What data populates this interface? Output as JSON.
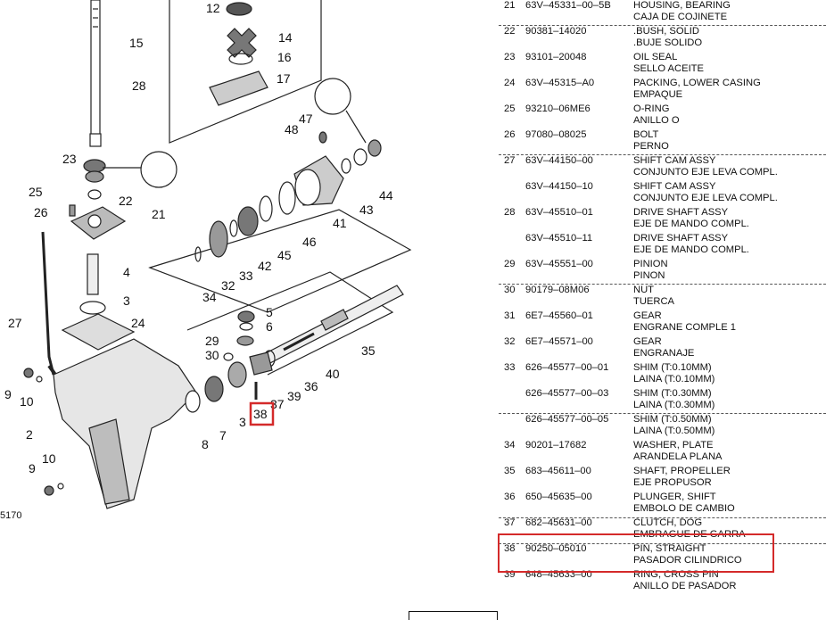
{
  "diagram": {
    "callouts": [
      "12",
      "14",
      "15",
      "16",
      "17",
      "28",
      "47",
      "48",
      "23",
      "25",
      "22",
      "26",
      "21",
      "4",
      "3",
      "24",
      "5",
      "6",
      "27",
      "29",
      "30",
      "9",
      "10",
      "2",
      "34",
      "32",
      "33",
      "42",
      "45",
      "46",
      "41",
      "43",
      "44",
      "35",
      "40",
      "36",
      "39",
      "37",
      "38",
      "7",
      "8",
      "3",
      "10",
      "9"
    ],
    "figure_code": "5170",
    "highlight_callout": "38",
    "highlight_color": "#d42a2a"
  },
  "parts": [
    {
      "no": "21",
      "pn": "63V–45331–00–5B",
      "d1": "HOUSING, BEARING",
      "d2": "CAJA DE COJINETE"
    },
    {
      "no": "22",
      "pn": "90381–14020",
      "d1": ".BUSH, SOLID",
      "d2": ".BUJE  SOLIDO"
    },
    {
      "no": "23",
      "pn": "93101–20048",
      "d1": "OIL SEAL",
      "d2": "SELLO ACEITE"
    },
    {
      "no": "24",
      "pn": "63V–45315–A0",
      "d1": "PACKING, LOWER CASING",
      "d2": "EMPAQUE"
    },
    {
      "no": "25",
      "pn": "93210–06ME6",
      "d1": "O-RING",
      "d2": "ANILLO O"
    },
    {
      "no": "26",
      "pn": "97080–08025",
      "d1": "BOLT",
      "d2": "PERNO"
    },
    {
      "no": "27",
      "pn": "63V–44150–00",
      "d1": "SHIFT CAM ASSY",
      "d2": "CONJUNTO EJE LEVA COMPL."
    },
    {
      "no": "",
      "pn": "63V–44150–10",
      "d1": "SHIFT CAM ASSY",
      "d2": "CONJUNTO EJE LEVA COMPL."
    },
    {
      "no": "28",
      "pn": "63V–45510–01",
      "d1": "DRIVE SHAFT ASSY",
      "d2": "EJE DE MANDO COMPL."
    },
    {
      "no": "",
      "pn": "63V–45510–11",
      "d1": "DRIVE SHAFT ASSY",
      "d2": "EJE DE MANDO COMPL."
    },
    {
      "no": "29",
      "pn": "63V–45551–00",
      "d1": "PINION",
      "d2": "PINON"
    },
    {
      "no": "30",
      "pn": "90179–08M06",
      "d1": "NUT",
      "d2": "TUERCA"
    },
    {
      "no": "31",
      "pn": "6E7–45560–01",
      "d1": "GEAR",
      "d2": "ENGRANE COMPLE 1"
    },
    {
      "no": "32",
      "pn": "6E7–45571–00",
      "d1": "GEAR",
      "d2": "ENGRANAJE"
    },
    {
      "no": "33",
      "pn": "626–45577–00–01",
      "d1": "SHIM (T:0.10MM)",
      "d2": "LAINA (T:0.10MM)"
    },
    {
      "no": "",
      "pn": "626–45577–00–03",
      "d1": "SHIM (T:0.30MM)",
      "d2": "LAINA (T:0.30MM)"
    },
    {
      "no": "",
      "pn": "626–45577–00–05",
      "d1": "SHIM (T:0.50MM)",
      "d2": "LAINA (T:0.50MM)"
    },
    {
      "no": "34",
      "pn": "90201–17682",
      "d1": "WASHER, PLATE",
      "d2": "ARANDELA PLANA"
    },
    {
      "no": "35",
      "pn": "683–45611–00",
      "d1": "SHAFT, PROPELLER",
      "d2": "EJE PROPUSOR"
    },
    {
      "no": "36",
      "pn": "650–45635–00",
      "d1": "PLUNGER, SHIFT",
      "d2": "EMBOLO DE CAMBIO"
    },
    {
      "no": "37",
      "pn": "682–45631–00",
      "d1": "CLUTCH, DOG",
      "d2": "EMBRAGUE DE GARRA"
    },
    {
      "no": "38",
      "pn": "90250–05010",
      "d1": "PIN, STRAIGHT",
      "d2": "PASADOR CILINDRICO"
    },
    {
      "no": "39",
      "pn": "648–45633–00",
      "d1": "RING, CROSS PIN",
      "d2": "ANILLO DE PASADOR"
    }
  ],
  "highlight_part": "38"
}
